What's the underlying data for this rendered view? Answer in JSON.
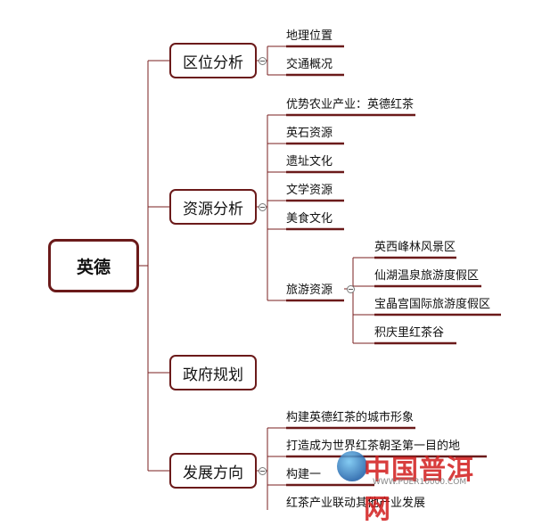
{
  "mindmap": {
    "root": "英德",
    "branches": [
      {
        "label": "区位分析",
        "children": [
          "地理位置",
          "交通概况"
        ]
      },
      {
        "label": "资源分析",
        "children": [
          "优势农业产业：英德红茶",
          "英石资源",
          "遗址文化",
          "文学资源",
          "美食文化",
          "旅游资源"
        ],
        "sub": {
          "parent": "旅游资源",
          "children": [
            "英西峰林风景区",
            "仙湖温泉旅游度假区",
            "宝晶宫国际旅游度假区",
            "积庆里红茶谷"
          ]
        }
      },
      {
        "label": "政府规划",
        "children": []
      },
      {
        "label": "发展方向",
        "children": [
          "构建英德红茶的城市形象",
          "打造成为世界红茶朝圣第一目的地",
          "构建一",
          "红茶产业联动其他产业发展"
        ]
      }
    ]
  },
  "watermark": {
    "title": "中国普洱网",
    "url": "WWW.PUER10000.COM"
  },
  "colors": {
    "line": "#6b1a1a",
    "connector": "#7a1f1f"
  }
}
